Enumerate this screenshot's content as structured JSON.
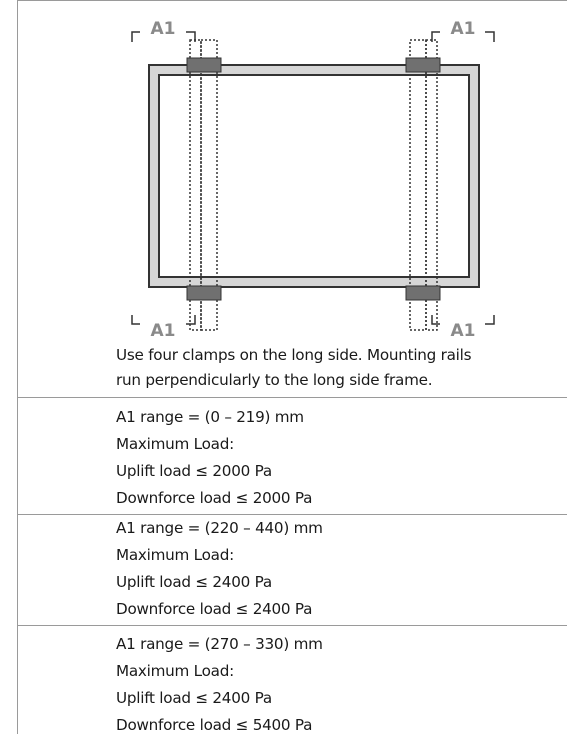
{
  "diagram": {
    "dimension_labels": [
      "A1",
      "A1",
      "A1",
      "A1"
    ],
    "caption_lines": [
      "Use four clamps on the long side. Mounting rails",
      "run perpendicularly to the long side frame."
    ],
    "colors": {
      "frame": "#d6d6d6",
      "outline": "#333333",
      "clamp": "#707070",
      "dimension": "#8a8a8a"
    }
  },
  "load_cases": [
    {
      "range": "A1 range = (0 – 219) mm",
      "heading": "Maximum Load:",
      "uplift": "Uplift load ≤ 2000 Pa",
      "downforce": "Downforce load ≤ 2000 Pa"
    },
    {
      "range": "A1 range = (220 – 440) mm",
      "heading": "Maximum Load:",
      "uplift": "Uplift load ≤ 2400 Pa",
      "downforce": "Downforce load ≤ 2400 Pa"
    },
    {
      "range": "A1 range = (270 – 330) mm",
      "heading": "Maximum Load:",
      "uplift": "Uplift load ≤ 2400 Pa",
      "downforce": "Downforce load ≤ 5400 Pa"
    }
  ]
}
